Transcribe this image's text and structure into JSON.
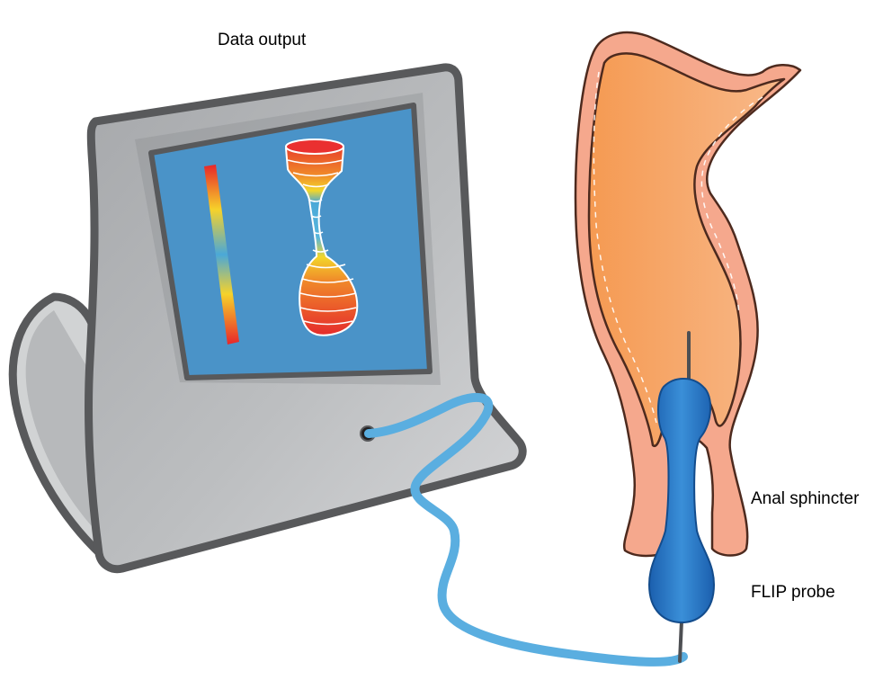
{
  "labels": {
    "data_output": "Data output",
    "anal_sphincter": "Anal sphincter",
    "flip_probe": "FLIP probe"
  },
  "colors": {
    "device_dark": "#6d6e71",
    "device_mid": "#a7a9ac",
    "device_light": "#d1d3d4",
    "screen_blue": "#4a93c8",
    "tube_blue": "#5aaee0",
    "probe_blue": "#1f6fc0",
    "tissue_outer": "#f3a486",
    "tissue_inner": "#f5a96c",
    "outline": "#4d2a1e",
    "profile_red": "#e52b2b",
    "profile_yellow": "#f2d024"
  },
  "icons": {
    "monitor": "device-monitor-icon",
    "probe": "flip-probe-icon"
  }
}
